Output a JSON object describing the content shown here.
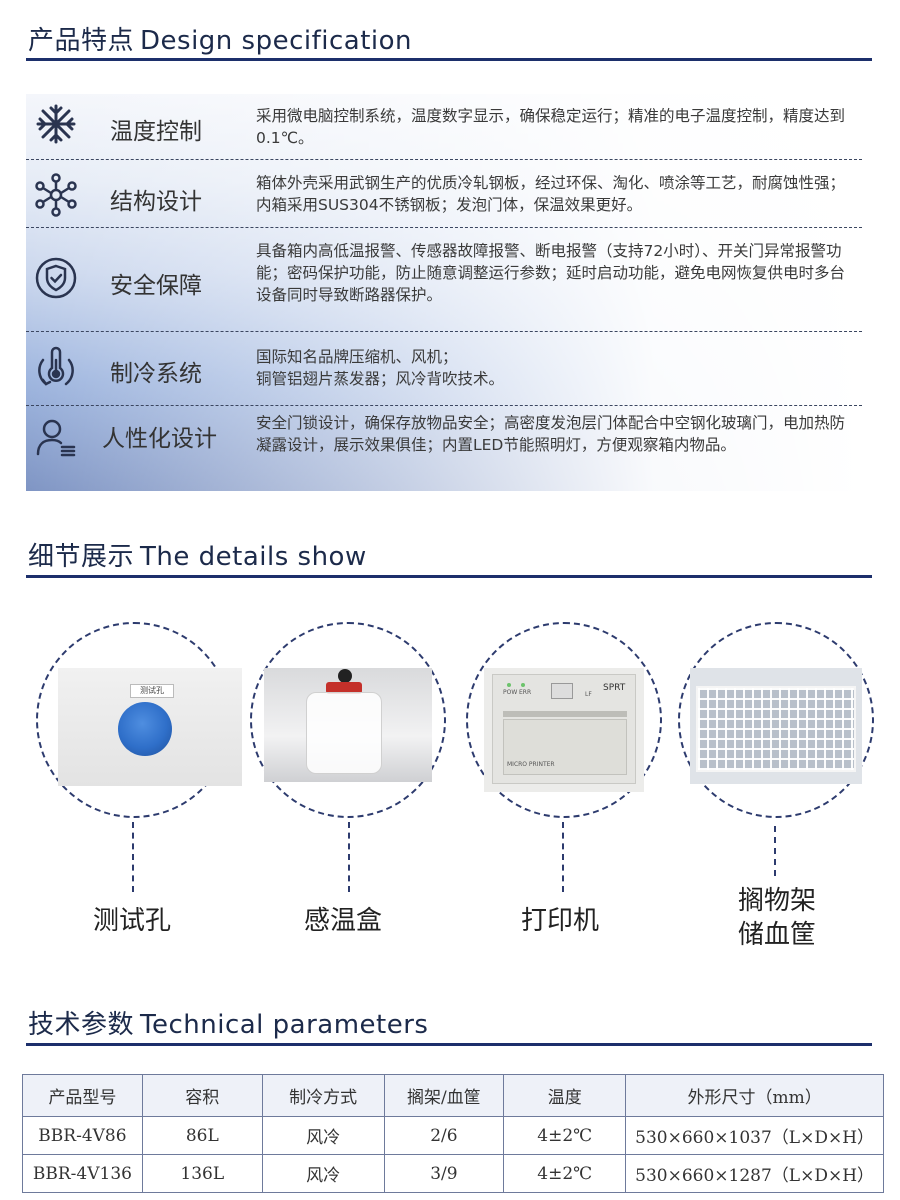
{
  "design": {
    "title_cn": "产品特点",
    "title_en": "Design specification",
    "features": [
      {
        "icon": "snowflake-icon",
        "name": "温度控制",
        "desc": "采用微电脑控制系统，温度数字显示，确保稳定运行；精准的电子温度控制，精度达到0.1℃。"
      },
      {
        "icon": "molecule-icon",
        "name": "结构设计",
        "desc": "箱体外壳采用武钢生产的优质冷轧钢板，经过环保、淘化、喷涂等工艺，耐腐蚀性强；内箱采用SUS304不锈钢板；发泡门体，保温效果更好。"
      },
      {
        "icon": "shield-check-icon",
        "name": "安全保障",
        "desc": "具备箱内高低温报警、传感器故障报警、断电报警（支持72小时）、开关门异常报警功能；密码保护功能，防止随意调整运行参数；延时启动功能，避免电网恢复供电时多台设备同时导致断路器保护。"
      },
      {
        "icon": "thermometer-cycle-icon",
        "name": "制冷系统",
        "desc": "国际知名品牌压缩机、风机；\n铜管铝翅片蒸发器；风冷背吹技术。"
      },
      {
        "icon": "person-icon",
        "name": "人性化设计",
        "desc": "安全门锁设计，确保存放物品安全；高密度发泡层门体配合中空钢化玻璃门，电加热防凝露设计，展示效果俱佳；内置LED节能照明灯，方便观察箱内物品。"
      }
    ]
  },
  "details": {
    "title_cn": "细节展示",
    "title_en": "The details show",
    "items": [
      {
        "label": "测试孔",
        "tag": "测试孔"
      },
      {
        "label": "感温盒"
      },
      {
        "label": "打印机",
        "printer_brand": "SPRT",
        "printer_led1": "POW",
        "printer_led2": "ERR",
        "printer_feed": "LF",
        "printer_model": "MICRO PRINTER"
      },
      {
        "label": "搁物架\n储血筐"
      }
    ]
  },
  "technical": {
    "title_cn": "技术参数",
    "title_en": "Technical parameters",
    "headers": [
      "产品型号",
      "容积",
      "制冷方式",
      "搁架/血筐",
      "温度",
      "外形尺寸（mm）"
    ],
    "rows": [
      [
        "BBR-4V86",
        "86L",
        "风冷",
        "2/6",
        "4±2℃",
        "530×660×1037（L×D×H）"
      ],
      [
        "BBR-4V136",
        "136L",
        "风冷",
        "3/9",
        "4±2℃",
        "530×660×1287（L×D×H）"
      ]
    ]
  },
  "colors": {
    "accent": "#1c2f6b",
    "text": "#333333",
    "button_blue": "#2f6fc9"
  }
}
